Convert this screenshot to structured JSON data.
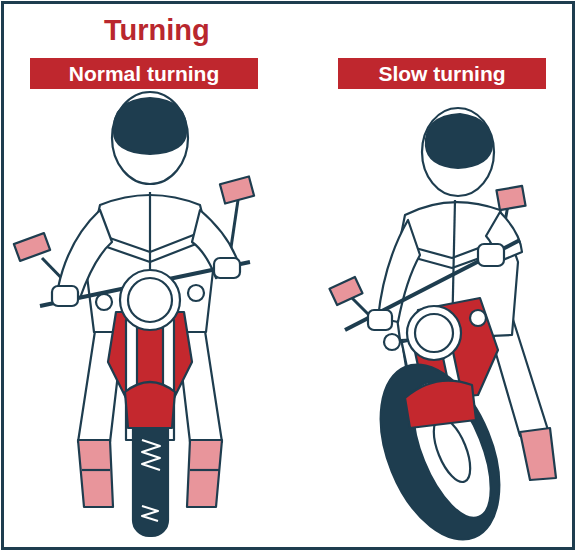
{
  "diagram": {
    "title": "Turning",
    "nodes": [
      {
        "text": [
          "Normal turning"
        ]
      },
      {
        "text": [
          "Slow turning"
        ]
      }
    ]
  }
}
